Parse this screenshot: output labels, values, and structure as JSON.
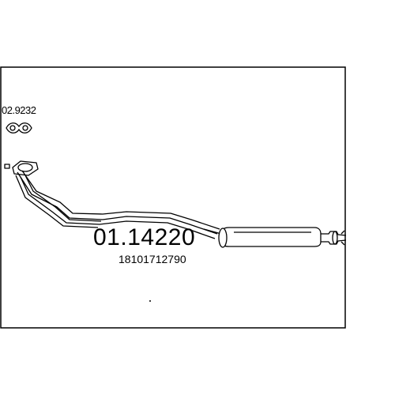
{
  "gasket": {
    "label": "02.9232",
    "icon": "gasket-icon"
  },
  "part": {
    "number": "01.14220",
    "oem_number": "18101712790"
  },
  "illustration": {
    "icon": "exhaust-pipe-icon",
    "stroke_color": "#000000",
    "fill_color": "#ffffff"
  }
}
